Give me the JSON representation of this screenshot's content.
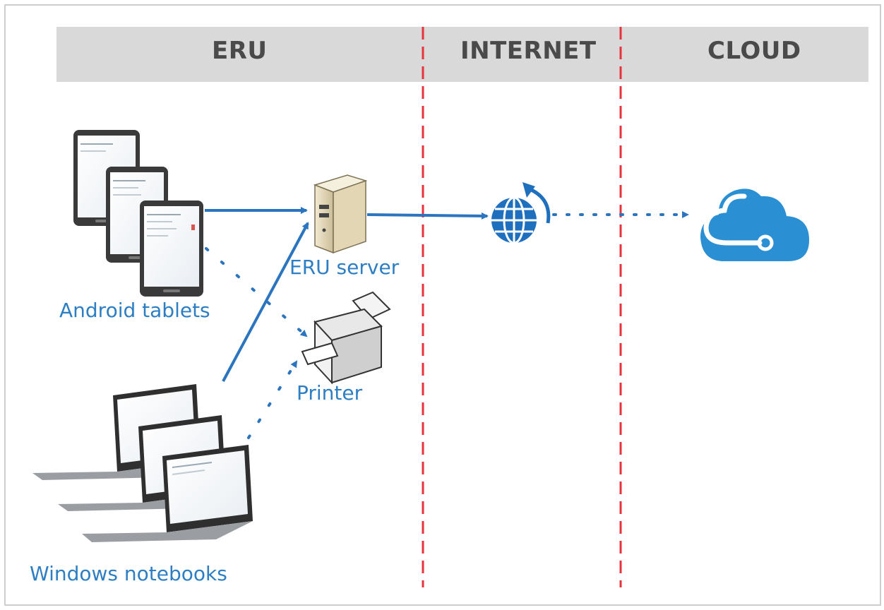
{
  "zones": {
    "eru": "ERU",
    "internet": "INTERNET",
    "cloud": "CLOUD"
  },
  "nodes": {
    "server_label": "ERU server",
    "tablets_label": "Android tablets",
    "printer_label": "Printer",
    "notebooks_label": "Windows notebooks"
  },
  "colors": {
    "header_band": "#d9d9d9",
    "zone_divider": "#e8323c",
    "connector": "#2a74c0",
    "label_text": "#2e7ec4"
  }
}
